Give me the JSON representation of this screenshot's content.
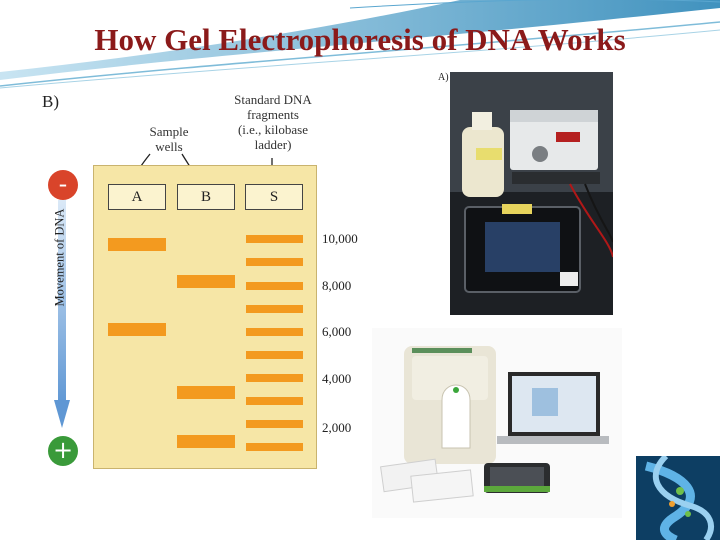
{
  "slide": {
    "title": "How Gel Electrophoresis of DNA Works"
  },
  "diagram_b": {
    "panel_label": "B)",
    "sample_wells_label": [
      "Sample",
      "wells"
    ],
    "ladder_label": [
      "Standard DNA",
      "fragments",
      "(i.e., kilobase",
      "ladder)"
    ],
    "negative_pole": "-",
    "positive_pole": "+",
    "movement_label": "Movement of DNA",
    "lanes": [
      "A",
      "B",
      "S"
    ],
    "size_labels": [
      "10,000",
      "8,000",
      "6,000",
      "4,000",
      "2,000"
    ]
  },
  "photo_a": {
    "panel_label": "A)"
  },
  "colors": {
    "title": "#8b1a1a",
    "gel": "#f6e6a6",
    "band": "#f39a1f",
    "negative": "#d9442a",
    "positive": "#3a9a3a",
    "arrow": "#6a9fd8"
  }
}
